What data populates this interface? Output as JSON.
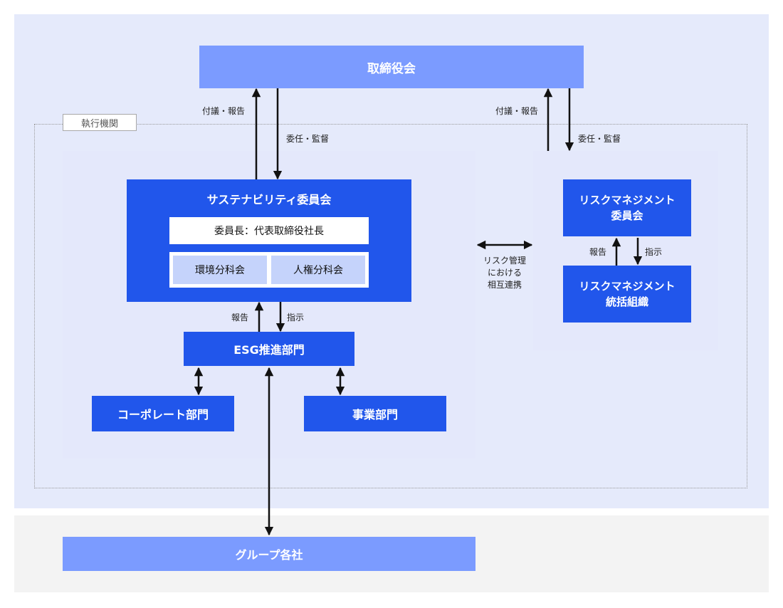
{
  "board": {
    "title": "取締役会"
  },
  "executive_body": {
    "label": "執行機関"
  },
  "sustainability_committee": {
    "title": "サステナビリティ委員会",
    "chair": "委員長：代表取締役社長",
    "subcommittees": [
      "環境分科会",
      "人権分科会"
    ]
  },
  "esg_department": {
    "title": "ESG推進部門"
  },
  "corporate_department": {
    "title": "コーポレート部門"
  },
  "business_department": {
    "title": "事業部門"
  },
  "risk_committee": {
    "line1": "リスクマネジメント",
    "line2": "委員会"
  },
  "risk_organization": {
    "line1": "リスクマネジメント",
    "line2": "統括組織"
  },
  "group_companies": {
    "title": "グループ各社"
  },
  "labels": {
    "left_report_up": "付議・報告",
    "left_delegate_down": "委任・監督",
    "right_report_up": "付議・報告",
    "right_delegate_down": "委任・監督",
    "sus_report": "報告",
    "sus_instruct": "指示",
    "risk_report": "報告",
    "risk_instruct": "指示",
    "risk_link_line1": "リスク管理",
    "risk_link_line2": "における",
    "risk_link_line3": "相互連携"
  }
}
